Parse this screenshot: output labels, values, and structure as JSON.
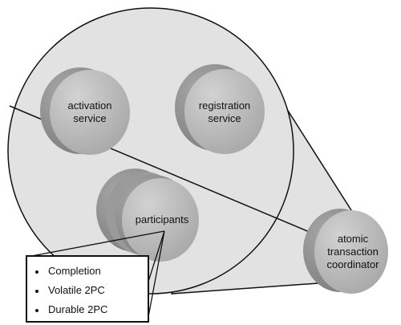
{
  "nodes": {
    "activation": {
      "line1": "activation",
      "line2": "service"
    },
    "registration": {
      "line1": "registration",
      "line2": "service"
    },
    "participants": {
      "label": "participants"
    },
    "coordinator": {
      "line1": "atomic",
      "line2": "transaction",
      "line3": "coordinator"
    }
  },
  "legend": {
    "items": [
      "Completion",
      "Volatile 2PC",
      "Durable 2PC"
    ]
  },
  "colors": {
    "outline": "#111111",
    "big_circle_fill": "#e2e2e2",
    "node_front": "#b8b8b8",
    "node_shadow": "#8f8f8f"
  }
}
